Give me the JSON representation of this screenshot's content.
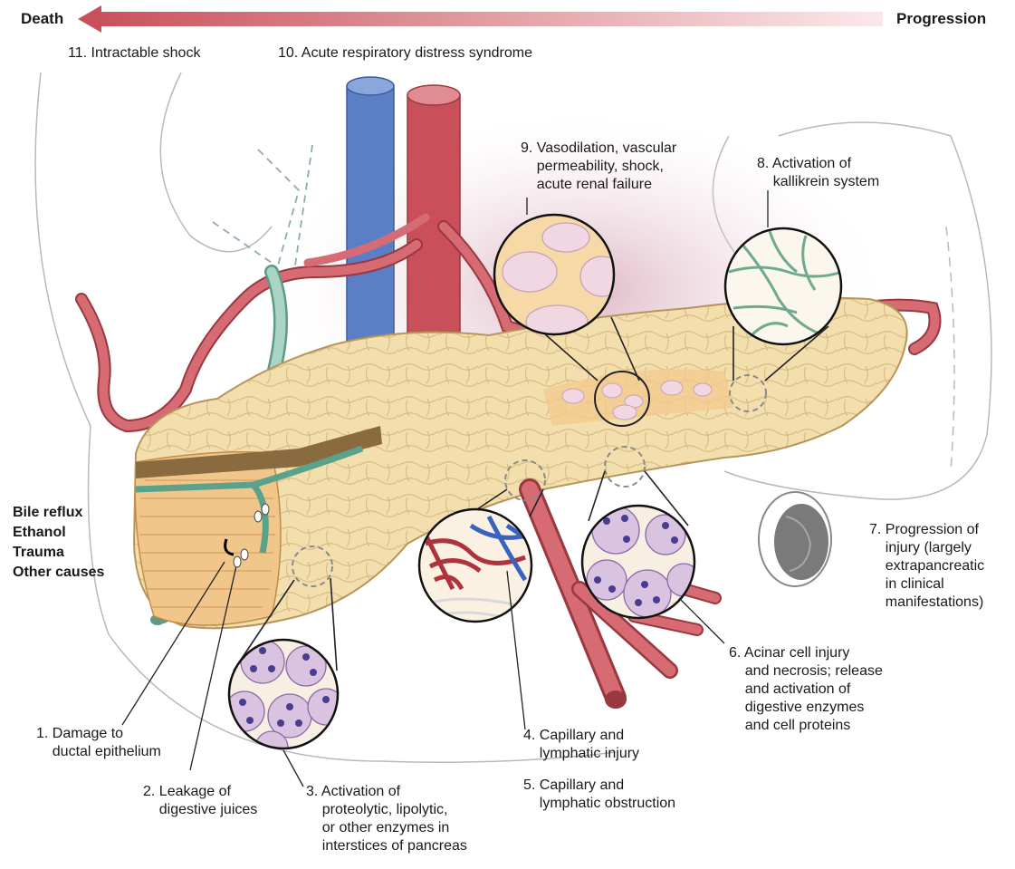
{
  "header": {
    "left_label": "Death",
    "right_label": "Progression",
    "arrow_color": "#d98a8a"
  },
  "top_labels": {
    "shock": "11. Intractable shock",
    "ards": "10. Acute respiratory distress syndrome"
  },
  "causes": [
    "Bile reflux",
    "Ethanol",
    "Trauma",
    "Other causes"
  ],
  "steps": {
    "s1": "1. Damage to\n    ductal epithelium",
    "s2": "2. Leakage of\n    digestive juices",
    "s3": "3. Activation of\n    proteolytic, lipolytic,\n    or other enzymes in\n    interstices of pancreas",
    "s4": "4. Capillary and\n    lymphatic injury",
    "s5": "5. Capillary and\n    lymphatic obstruction",
    "s6": "6. Acinar cell injury\n    and necrosis; release\n    and activation of\n    digestive enzymes\n    and cell proteins",
    "s7": "7. Progression of\n    injury (largely\n    extrapancreatic\n    in clinical\n    manifestations)",
    "s8": "8. Activation of\n    kallikrein system",
    "s9": "9. Vasodilation, vascular\n    permeability, shock,\n    acute renal failure"
  },
  "colors": {
    "pancreas": "#f3dfae",
    "pancreas_edge": "#c9a866",
    "artery": "#c9505a",
    "vein": "#5b7fc6",
    "duct": "#8cc4b0",
    "blush": "#e7c9d3",
    "acinar_cell": "#d9c3e0",
    "nucleus": "#4a3d8f"
  }
}
